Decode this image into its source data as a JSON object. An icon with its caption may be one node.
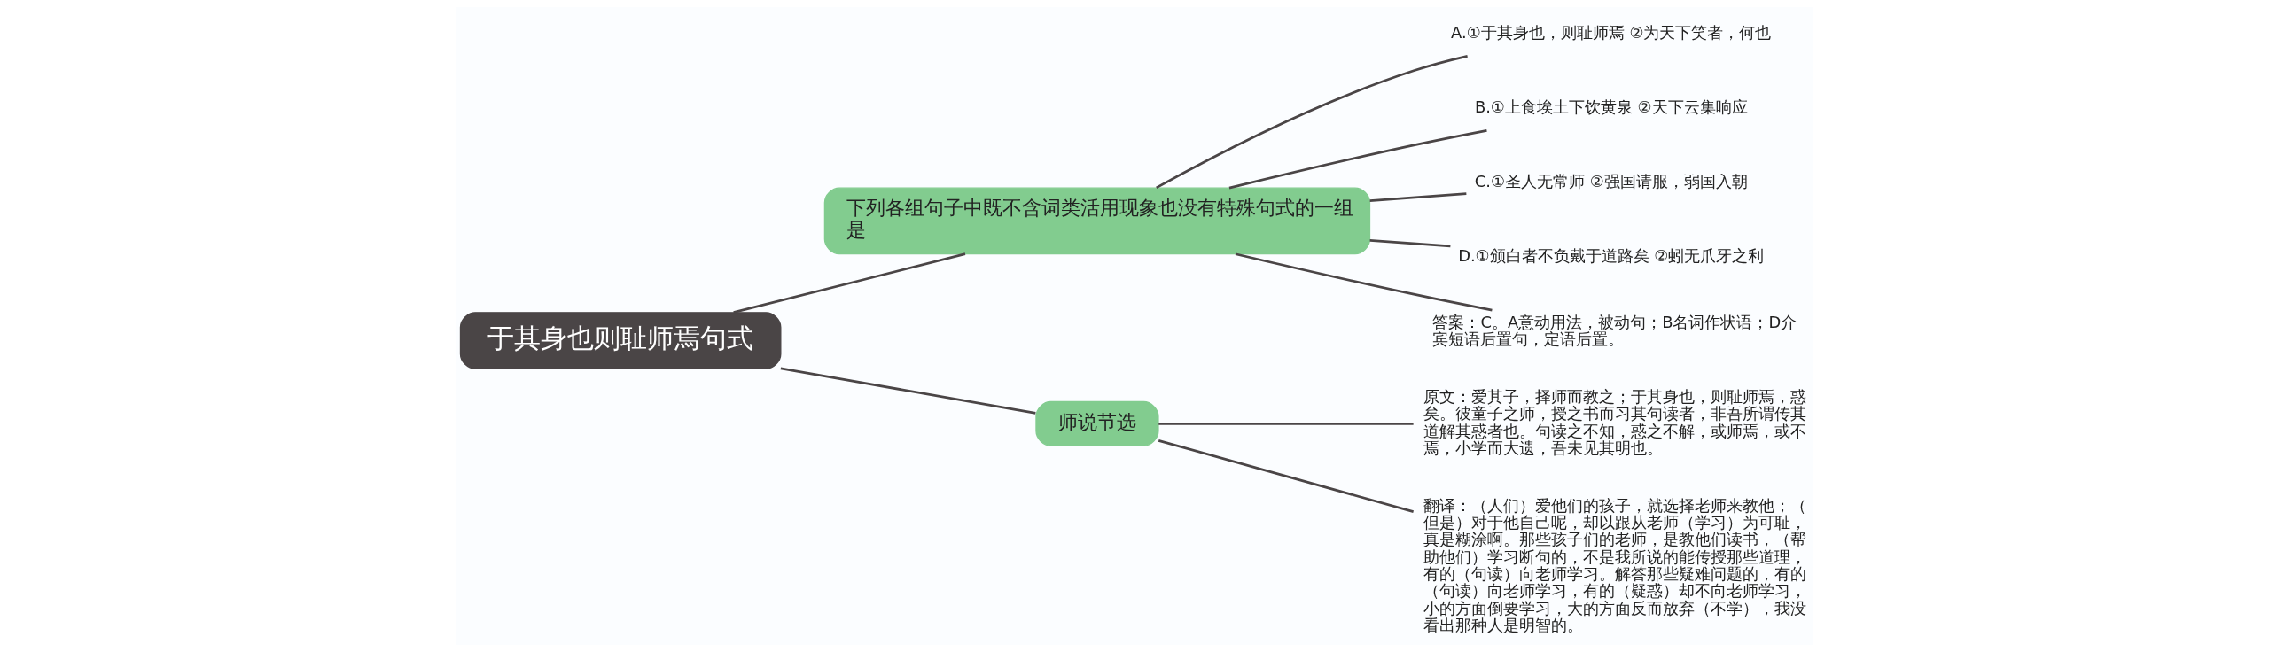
{
  "diagram": {
    "nodes": [
      {
        "text": [
          "于其身也则耻师焉句式"
        ]
      },
      {
        "text": [
          "下列各组句子中既不含词类活用现象也没有特殊句式的一组是"
        ]
      },
      {
        "text": [
          "A.①于其身也，则耻师焉 ②为天下笑者，何也"
        ]
      },
      {
        "text": [
          "B.①上食埃土下饮黄泉 ②天下云集响应"
        ]
      },
      {
        "text": [
          "C.①圣人无常师 ②强国请服，弱国入朝"
        ]
      },
      {
        "text": [
          "D.①颁白者不负戴于道路矣 ②蚓无爪牙之利"
        ]
      },
      {
        "text": [
          "答案：C。A意动用法，被动句；B名词作状语；D介宾短语后置句，定语后置。"
        ]
      },
      {
        "text": [
          "师说节选"
        ]
      },
      {
        "text": [
          "原文：爱其子，择师而教之；于其身也，则耻师焉，惑矣。彼童子之师，授之书而习其句读者，非吾所谓传其道解其惑者也。句读之不知，惑之不解，或师焉，或不焉，小学而大遗，吾未见其明也。"
        ]
      },
      {
        "text": [
          "翻译：（人们）爱他们的孩子，就选择老师来教他；（但是）对于他自己呢，却以跟从老师（学习）为可耻，真是糊涂啊。那些孩子们的老师，是教他们读书，（帮助他们）学习断句的，不是我所说的能传授那些道理，有的（句读）向老师学习。解答那些疑难问题的，有的（句读）向老师学习，有的（疑惑）却不向老师学习，小的方面倒要学习，大的方面反而放弃（不学），我没看出那种人是明智的。"
        ]
      }
    ],
    "edges": [
      {
        "from": 0,
        "to": 1,
        "arrow": "none"
      },
      {
        "from": 1,
        "to": 2,
        "arrow": "none"
      },
      {
        "from": 1,
        "to": 3,
        "arrow": "none"
      },
      {
        "from": 1,
        "to": 4,
        "arrow": "none"
      },
      {
        "from": 1,
        "to": 5,
        "arrow": "none"
      },
      {
        "from": 1,
        "to": 6,
        "arrow": "none"
      },
      {
        "from": 0,
        "to": 7,
        "arrow": "none"
      },
      {
        "from": 7,
        "to": 8,
        "arrow": "none"
      },
      {
        "from": 7,
        "to": 9,
        "arrow": "none"
      }
    ]
  }
}
